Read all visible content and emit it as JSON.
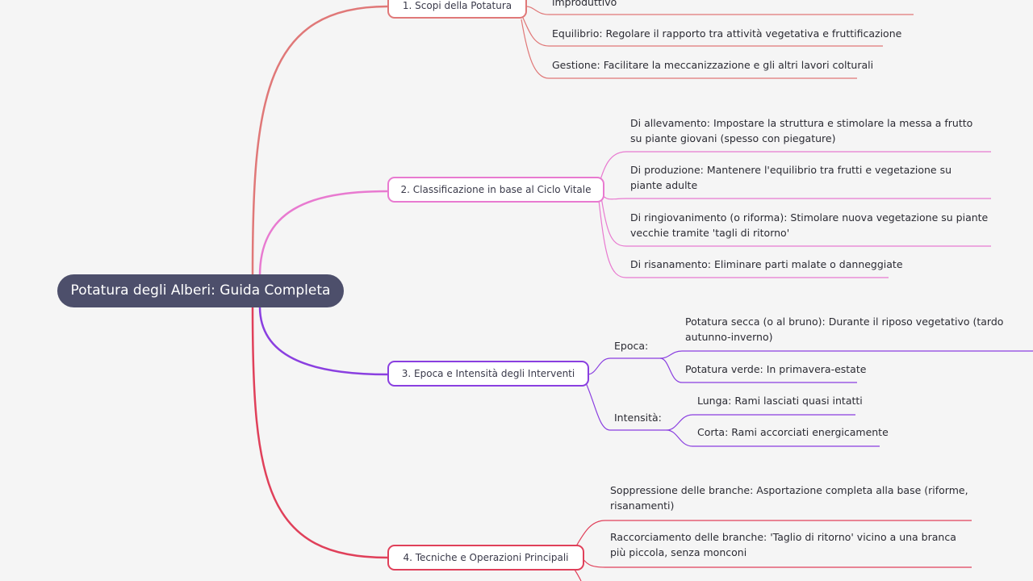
{
  "root": {
    "label": "Potatura degli Alberi: Guida Completa"
  },
  "branches": [
    {
      "label": "1. Scopi della Potatura",
      "color": "#e07878",
      "leaves": [
        "improduttivo",
        "Equilibrio: Regolare il rapporto tra attività vegetativa e fruttificazione",
        "Gestione: Facilitare la meccanizzazione e gli altri lavori colturali"
      ]
    },
    {
      "label": "2. Classificazione in base al Ciclo Vitale",
      "color": "#e87ad0",
      "leaves": [
        "Di allevamento: Impostare la struttura e stimolare la messa a frutto su piante giovani (spesso con piegature)",
        "Di produzione: Mantenere l'equilibrio tra frutti e vegetazione su piante adulte",
        "Di ringiovanimento (o riforma): Stimolare nuova vegetazione su piante vecchie tramite 'tagli di ritorno'",
        "Di risanamento: Eliminare parti malate o danneggiate"
      ]
    },
    {
      "label": "3. Epoca e Intensità degli Interventi",
      "color": "#8a3fe0",
      "groups": [
        {
          "label": "Epoca:",
          "leaves": [
            "Potatura secca (o al bruno): Durante il riposo vegetativo (tardo autunno-inverno)",
            "Potatura verde: In primavera-estate"
          ]
        },
        {
          "label": "Intensità:",
          "leaves": [
            "Lunga: Rami lasciati quasi intatti",
            "Corta: Rami accorciati energicamente"
          ]
        }
      ]
    },
    {
      "label": "4. Tecniche e Operazioni Principali",
      "color": "#e0405a",
      "leaves": [
        "Soppressione delle branche: Asportazione completa alla base (riforme, risanamenti)",
        "Raccorciamento delle branche: 'Taglio di ritorno' vicino a una branca più piccola, senza monconi"
      ]
    }
  ]
}
